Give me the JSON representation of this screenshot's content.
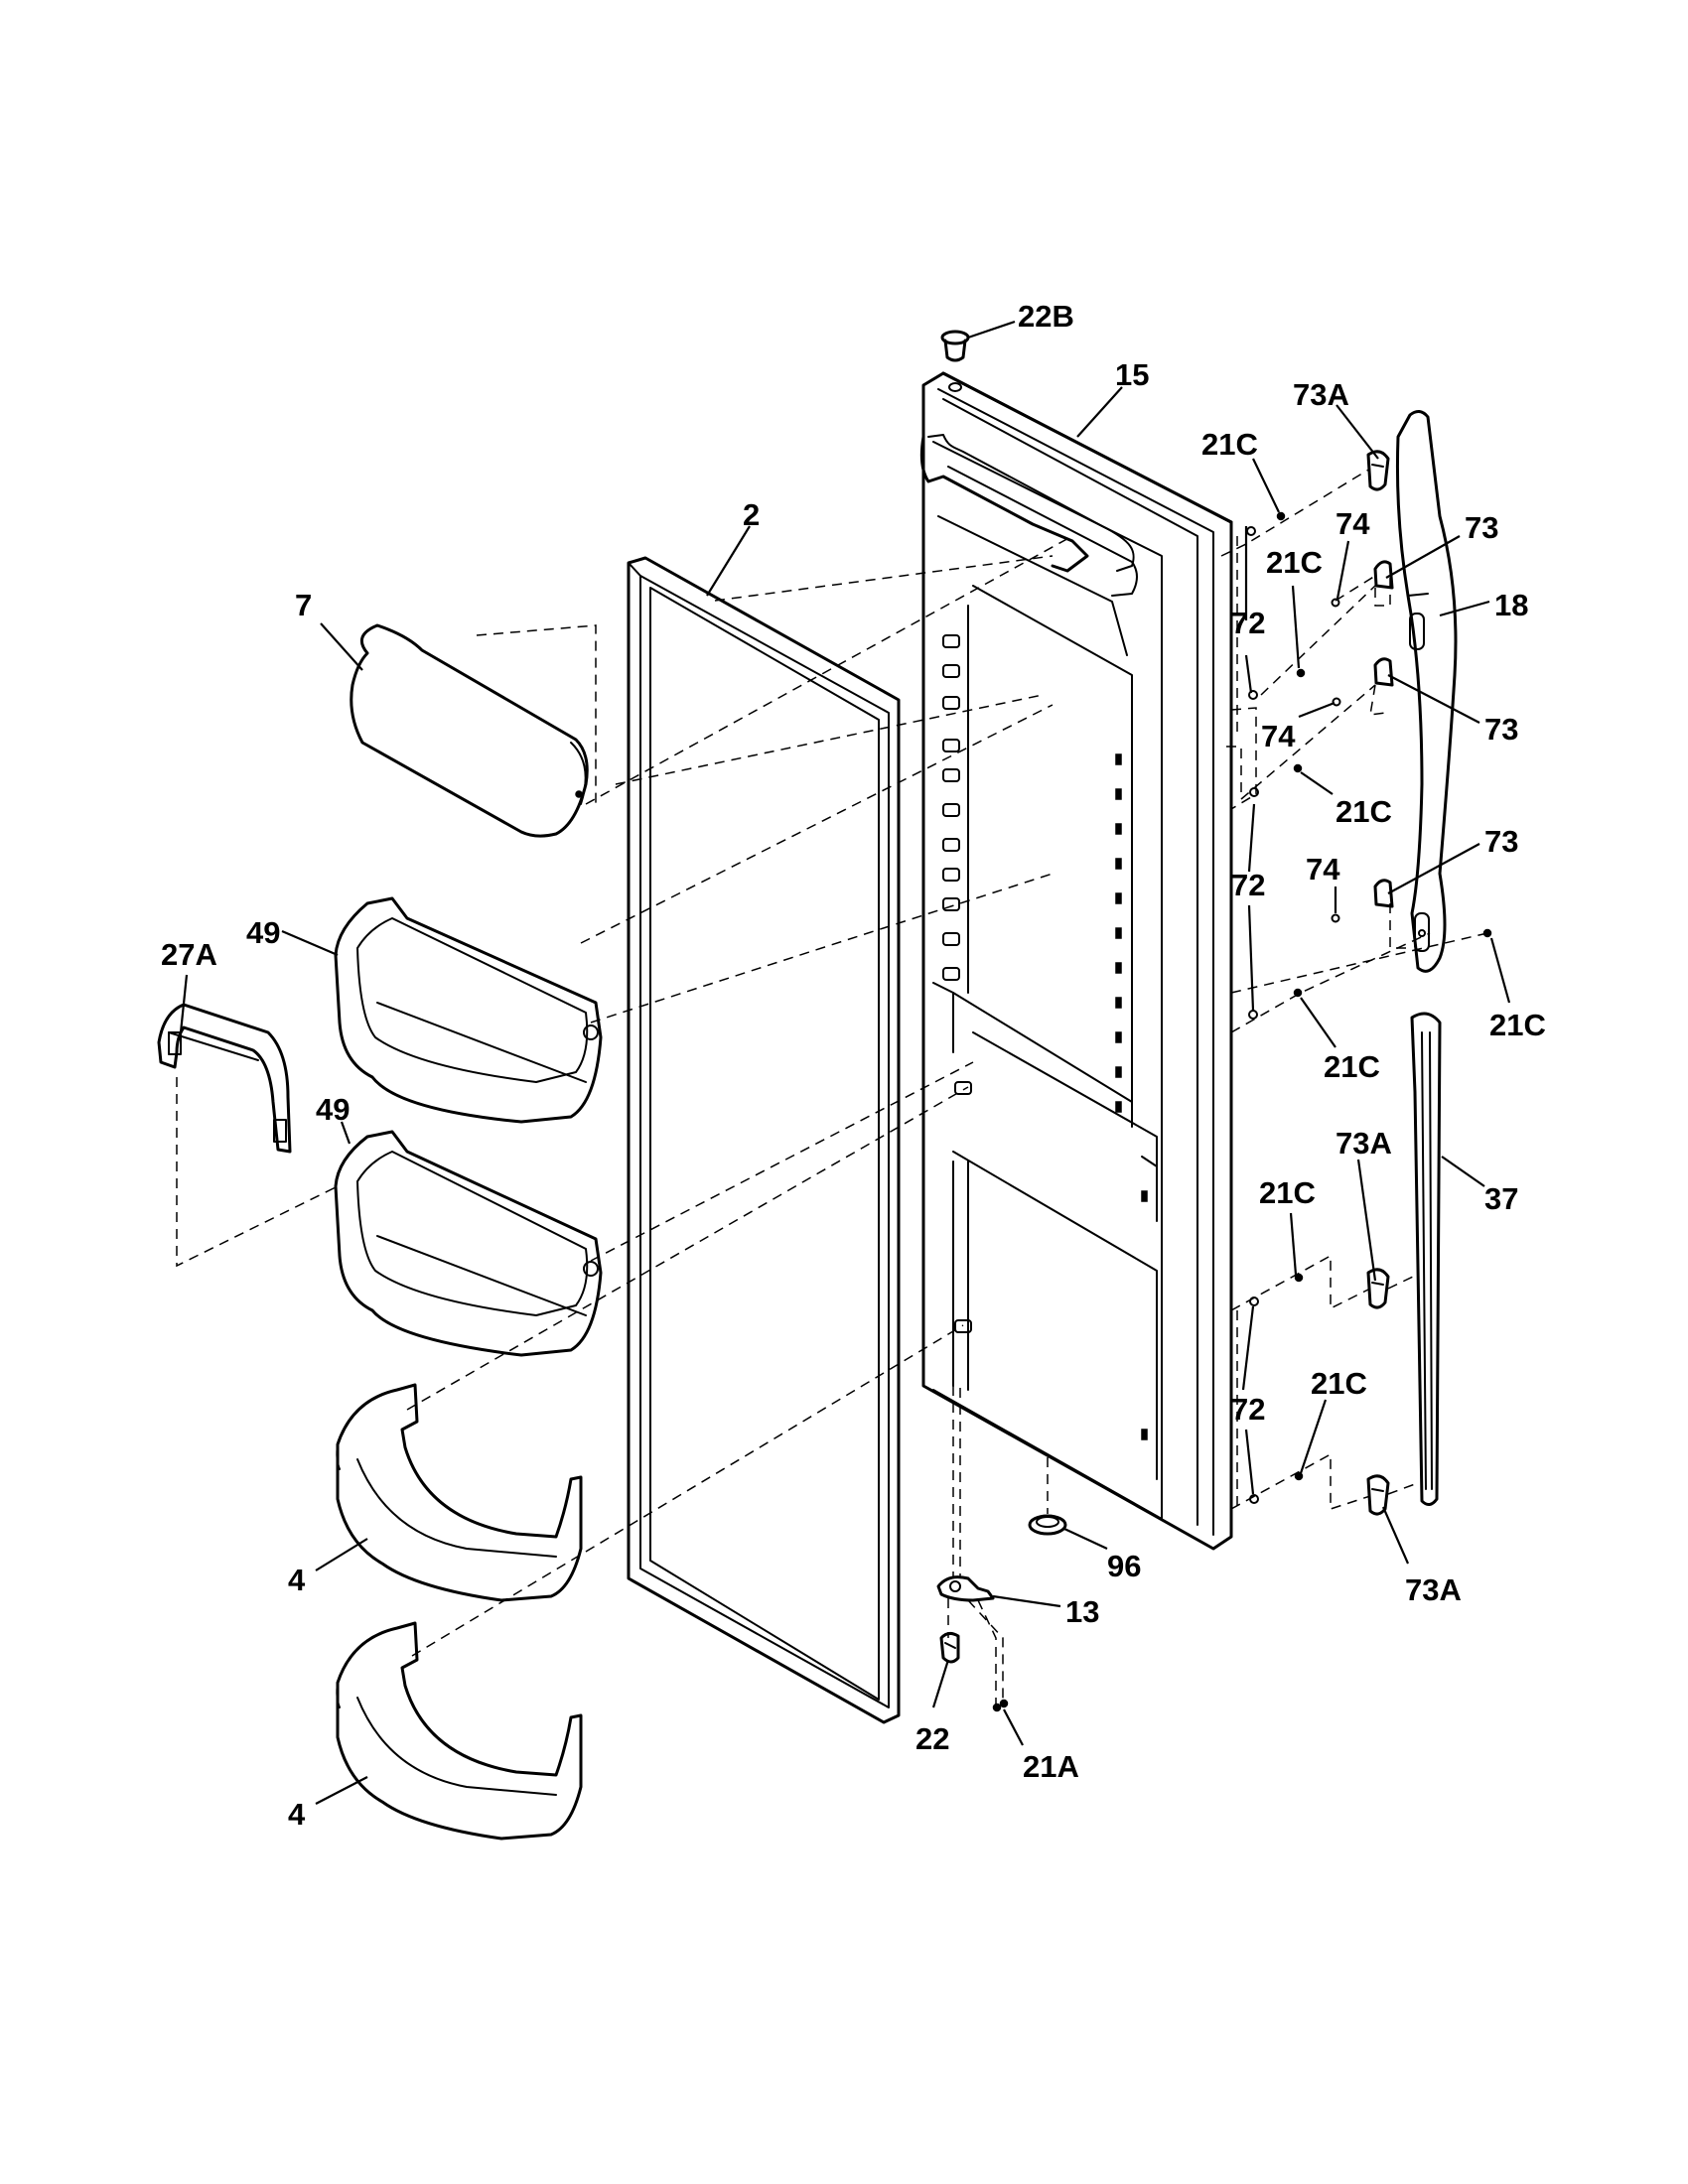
{
  "callouts": {
    "c22B": "22B",
    "c15": "15",
    "c73A_top": "73A",
    "c21C_1": "21C",
    "c2": "2",
    "c74_1": "74",
    "c73_1": "73",
    "c21C_2": "21C",
    "c7": "7",
    "c18": "18",
    "c72_1": "72",
    "c74_2": "74",
    "c73_2": "73",
    "c21C_3": "21C",
    "c73_3": "73",
    "c74_3": "74",
    "c49_1": "49",
    "c72_2": "72",
    "c27A": "27A",
    "c21C_4": "21C",
    "c21C_5": "21C",
    "c49_2": "49",
    "c73A_mid": "73A",
    "c37": "37",
    "c21C_6": "21C",
    "c21C_7": "21C",
    "c72_3": "72",
    "c4_1": "4",
    "c96": "96",
    "c13": "13",
    "c73A_bot": "73A",
    "c22": "22",
    "c21A": "21A",
    "c4_2": "4"
  }
}
